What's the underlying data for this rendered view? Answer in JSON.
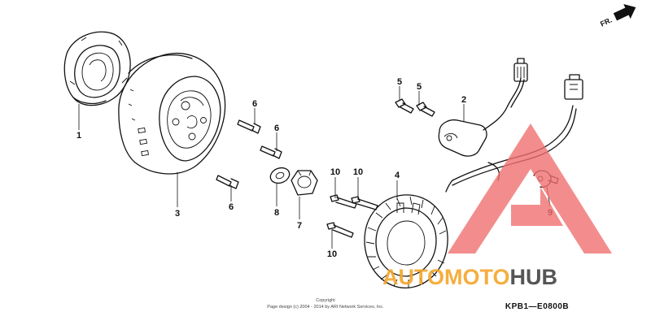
{
  "diagram": {
    "callouts": [
      {
        "id": "c1",
        "label": "1"
      },
      {
        "id": "c2",
        "label": "2"
      },
      {
        "id": "c3",
        "label": "3"
      },
      {
        "id": "c4",
        "label": "4"
      },
      {
        "id": "c5a",
        "label": "5"
      },
      {
        "id": "c5b",
        "label": "5"
      },
      {
        "id": "c6a",
        "label": "6"
      },
      {
        "id": "c6b",
        "label": "6"
      },
      {
        "id": "c6c",
        "label": "6"
      },
      {
        "id": "c7",
        "label": "7"
      },
      {
        "id": "c8",
        "label": "8"
      },
      {
        "id": "c9",
        "label": "9"
      },
      {
        "id": "c10a",
        "label": "10"
      },
      {
        "id": "c10b",
        "label": "10"
      },
      {
        "id": "c10c",
        "label": "10"
      }
    ],
    "direction_label": "FR.",
    "diagram_code": "KPB1—E0800B",
    "copyright_line1": "Copyright",
    "copyright_line2": "Page design (c) 2004 - 2014 by ARI Network Services, Inc."
  },
  "watermark": {
    "text_part1": "AUTO",
    "text_part2": "MOTO",
    "text_part3": "HUB",
    "colors": {
      "red": "#f07070",
      "orange": "#f4a52a",
      "gray": "#555555"
    }
  }
}
